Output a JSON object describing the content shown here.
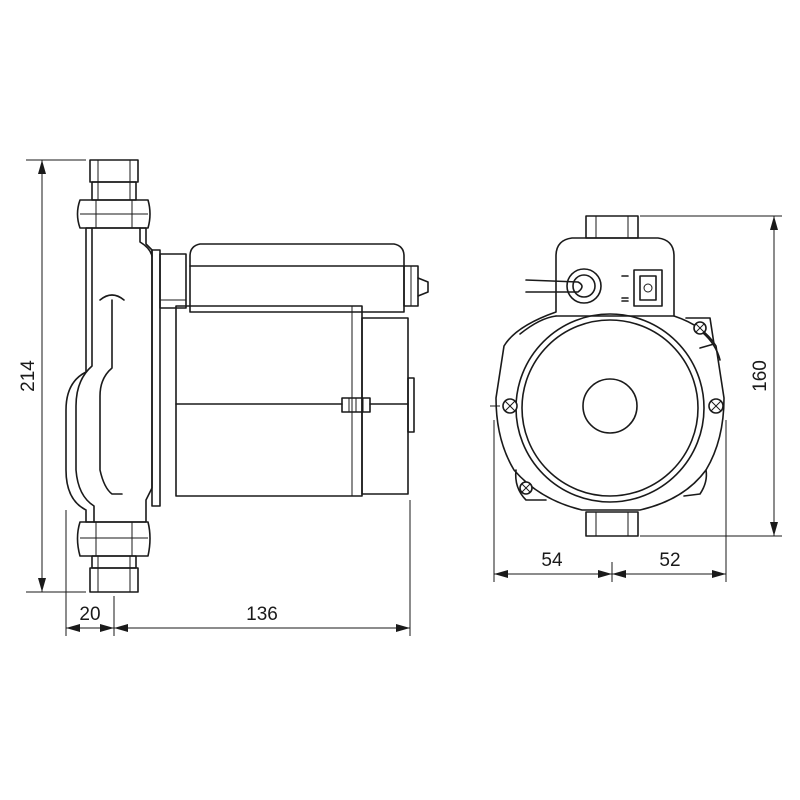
{
  "dimensions": {
    "side_height": "214",
    "side_inlet_offset": "20",
    "side_length": "136",
    "front_height": "160",
    "front_left_width": "54",
    "front_right_width": "52"
  },
  "colors": {
    "line": "#1a1a1a",
    "background": "#ffffff"
  }
}
